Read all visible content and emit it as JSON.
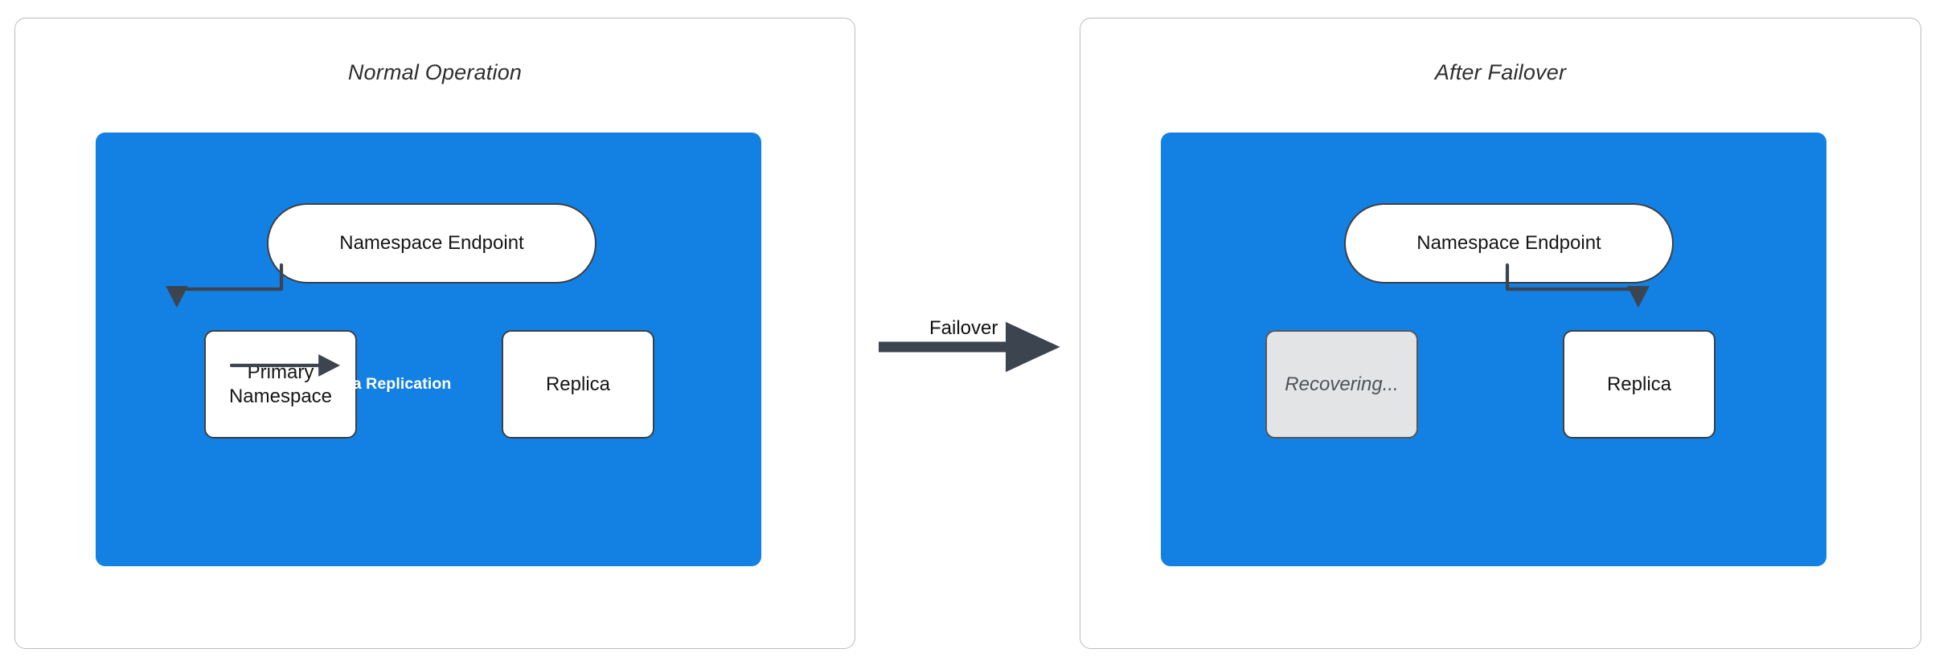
{
  "diagram": {
    "type": "failover-architecture",
    "background_color": "#ffffff",
    "accent_color": "#1380e3",
    "stroke_color": "#3c4043",
    "ghost_color": "#e2e4e6"
  },
  "panels": [
    {
      "id": "normal-operation",
      "title": "Normal Operation",
      "zone_color": "#1380e3",
      "nodes": [
        {
          "id": "endpoint",
          "label": "Namespace Endpoint",
          "shape": "stadium",
          "state": "active"
        },
        {
          "id": "primary",
          "label": "Primary Namespace",
          "shape": "rounded-rect",
          "state": "active"
        },
        {
          "id": "replica",
          "label": "Replica",
          "shape": "rounded-rect",
          "state": "active"
        }
      ],
      "edges": [
        {
          "from": "endpoint",
          "to": "primary",
          "label": "",
          "style": "elbow-arrow"
        },
        {
          "from": "primary",
          "to": "replica",
          "label": "Data Replication",
          "style": "straight-arrow"
        }
      ]
    },
    {
      "id": "after-failover",
      "title": "After Failover",
      "zone_color": "#1380e3",
      "nodes": [
        {
          "id": "endpoint2",
          "label": "Namespace Endpoint",
          "shape": "stadium",
          "state": "active"
        },
        {
          "id": "recovering",
          "label": "Recovering...",
          "shape": "rounded-rect",
          "state": "ghost"
        },
        {
          "id": "replica2",
          "label": "Replica",
          "shape": "rounded-rect",
          "state": "active"
        }
      ],
      "edges": [
        {
          "from": "endpoint2",
          "to": "replica2",
          "label": "",
          "style": "elbow-arrow"
        }
      ]
    }
  ],
  "transition": {
    "label": "Failover",
    "arrow_color": "#3c4450",
    "direction": "left-to-right"
  }
}
